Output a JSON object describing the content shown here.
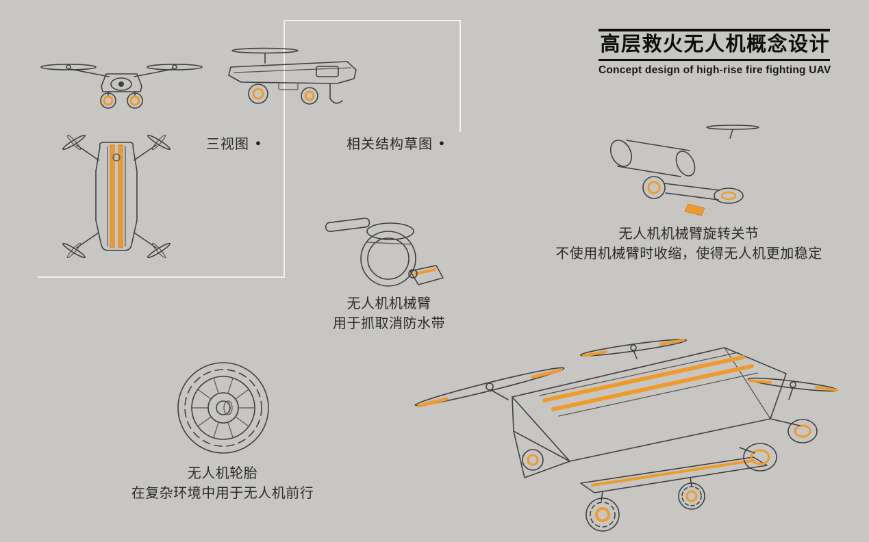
{
  "page": {
    "background": "#c8c6c3"
  },
  "colors": {
    "accent_orange": "#ee9b2d",
    "sketch_ink": "#3f3f3f",
    "title_black": "#0d0d0d",
    "connector_line": "#f2f1ef"
  },
  "title": {
    "zh": "高层救火无人机概念设计",
    "en": "Concept design of high-rise fire fighting UAV"
  },
  "callouts": {
    "three_views": {
      "label": "三视图",
      "bullet": "●"
    },
    "structure_sketches": {
      "label": "相关结构草图",
      "bullet": "●"
    }
  },
  "annotations": {
    "arm_joint": {
      "title": "无人机机械臂旋转关节",
      "desc": "不使用机械臂时收缩，使得无人机更加稳定"
    },
    "mech_arm": {
      "title": "无人机机械臂",
      "desc": "用于抓取消防水带"
    },
    "wheel": {
      "title": "无人机轮胎",
      "desc": "在复杂环境中用于无人机前行"
    }
  }
}
